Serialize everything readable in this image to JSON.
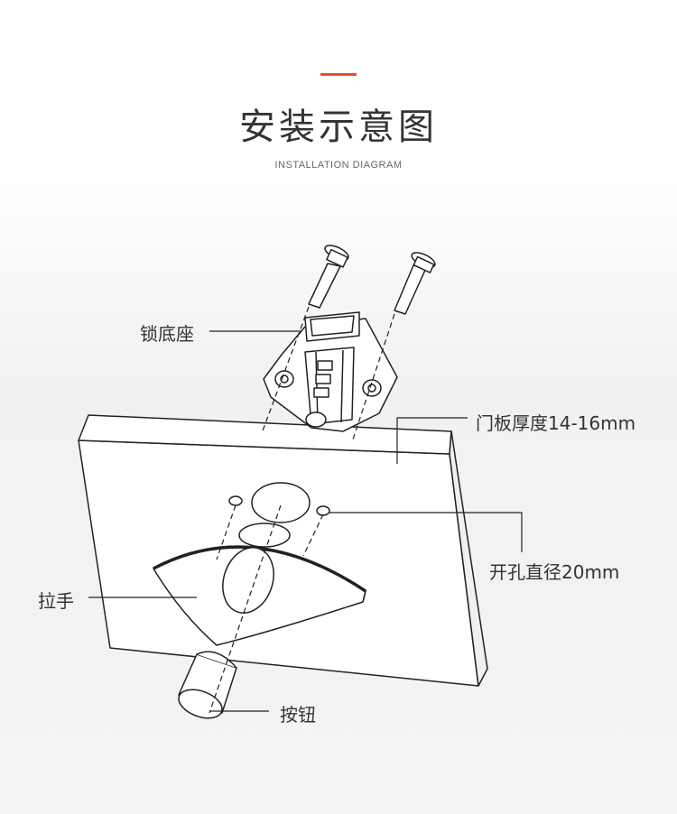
{
  "header": {
    "title": "安装示意图",
    "subtitle": "INSTALLATION DIAGRAM",
    "accent_color": "#e0532b"
  },
  "labels": {
    "lock_base": "锁底座",
    "door_thickness": "门板厚度14-16mm",
    "hole_diameter": "开孔直径20mm",
    "handle": "拉手",
    "button": "按钮"
  },
  "colors": {
    "line": "#222222",
    "panel_fill": "#ffffff",
    "label_text": "#333333"
  }
}
